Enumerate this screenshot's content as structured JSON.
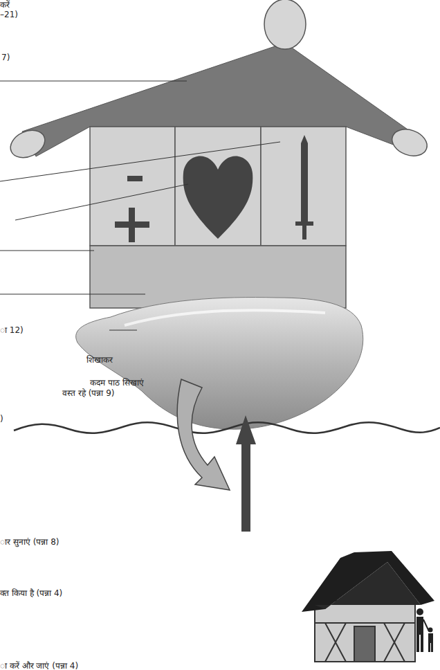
{
  "diagram": {
    "labels": [
      "करें",
      "–21)",
      "7)",
      "ा 12)",
      "शिखाकर",
      "कदम पाठ सिखाएं",
      "वस्त रहे (पन्ना 9)",
      ")",
      "ार सुनाएं (पन्ना 8)",
      "क्त किया है (पन्ना 4)",
      "ा करें और जाएं (पन्ना 4)"
    ]
  }
}
